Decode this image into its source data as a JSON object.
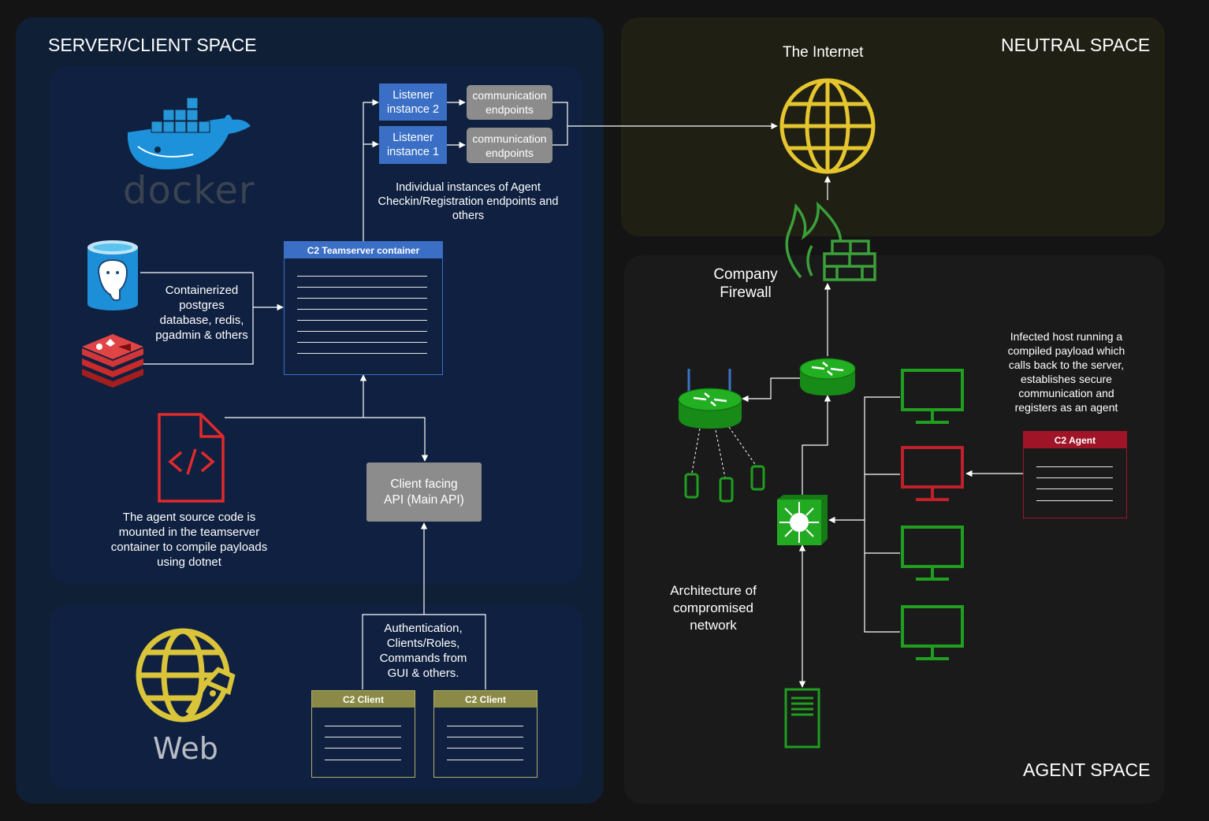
{
  "sections": {
    "server_client": "SERVER/CLIENT SPACE",
    "neutral": "NEUTRAL SPACE",
    "agent": "AGENT SPACE"
  },
  "logos": {
    "docker": "docker",
    "web": "Web"
  },
  "server": {
    "listener2": "Listener instance 2",
    "listener1": "Listener instance 1",
    "endpoints2": "communication endpoints",
    "endpoints1": "communication endpoints",
    "listener_note": "Individual instances of Agent Checkin/Registration endpoints and others",
    "db_note": "Containerized postgres database, redis, pgadmin & others",
    "teamserver": "C2 Teamserver container",
    "source_note": "The agent source code is mounted in the teamserver container to compile payloads using dotnet",
    "client_api": "Client facing API (Main API)",
    "auth_note": "Authentication, Clients/Roles, Commands from GUI & others.",
    "client1": "C2 Client",
    "client2": "C2 Client"
  },
  "neutral": {
    "internet": "The Internet",
    "firewall": "Company Firewall"
  },
  "agent": {
    "infected_note": "Infected host running a compiled payload which calls back to the server, establishes secure communication and registers as an agent",
    "c2_agent": "C2 Agent",
    "architecture_note": "Architecture of compromised network"
  },
  "icons": [
    "docker-whale-icon",
    "postgres-icon",
    "redis-icon",
    "code-file-icon",
    "globe-icon",
    "web-globe-icon",
    "firewall-icon",
    "router-icon",
    "wireless-router-icon",
    "mobile-icon",
    "switch-icon",
    "monitor-icon",
    "server-icon"
  ],
  "colors": {
    "panel_dark": "#0f1f36",
    "panel_inner": "#0f2040",
    "neutral_panel": "#1f1f14",
    "agent_panel": "#1a1a1a",
    "globe_yellow": "#e6c62e",
    "firewall_green": "#3aa03a",
    "network_green": "#1f9e1f",
    "agent_red": "#a01428",
    "client_olive": "#8a8a46",
    "teamserver_blue": "#3b6fc6"
  }
}
